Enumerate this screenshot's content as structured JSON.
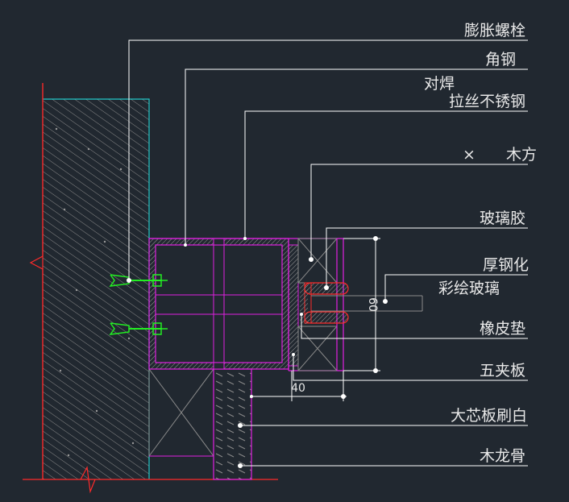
{
  "colors": {
    "background": "#212830",
    "wall_outline": "#22c8c8",
    "section_cut": "#ff2a2a",
    "frame": "#e020e0",
    "bolt": "#22ee22",
    "leader": "#ffffff",
    "hatch": "#8a8a8a"
  },
  "labels": [
    "膨胀螺栓",
    "角钢",
    "对焊",
    "拉丝不锈钢",
    "×",
    "木方",
    "玻璃胶",
    "厚钢化",
    "彩绘玻璃",
    "橡皮垫",
    "五夹板",
    "大芯板刷白",
    "木龙骨"
  ],
  "dimensions": {
    "height": "60",
    "width": "40"
  }
}
